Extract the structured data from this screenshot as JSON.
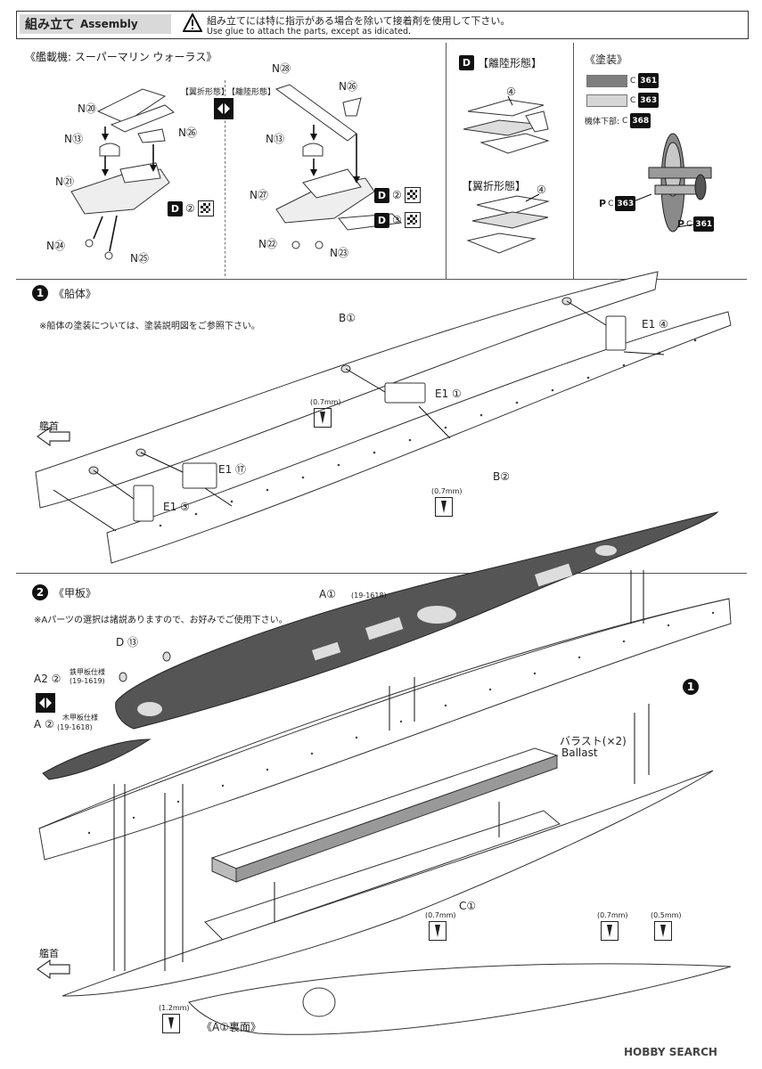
{
  "header": {
    "title_jp": "組み立て",
    "title_en": "Assembly",
    "warning_jp": "組み立てには特に指示がある場合を除いて接着剤を使用して下さい。",
    "warning_en": "Use glue to attach the parts, except as idicated."
  },
  "aircraft_section": {
    "title": "《艦載機: スーパーマリン ウォーラス》",
    "fold_label": "【翼折形態】",
    "takeoff_label": "【離陸形態】",
    "parts_left": [
      "N⑳",
      "N⑬",
      "N㉖",
      "N㉑",
      "N㉔",
      "N㉕"
    ],
    "parts_right": [
      "N㉘",
      "N㉖",
      "N⑬",
      "N㉗",
      "N㉒",
      "N㉓"
    ],
    "d_ref_1": "D",
    "d_ref_1_num": "②",
    "d_ref_2": "D",
    "d_ref_2_num": "②",
    "d_ref_3": "D",
    "d_ref_3_num": "③"
  },
  "mode_section": {
    "d_badge": "D",
    "takeoff_title": "【離陸形態】",
    "fold_title": "【翼折形態】",
    "part_num_a": "④",
    "part_num_b": "④"
  },
  "paint_section": {
    "title": "《塗装》",
    "swatches": [
      {
        "code": "C",
        "num": "361",
        "color": "#7e7e7e"
      },
      {
        "code": "C",
        "num": "363",
        "color": "#d6d6d6"
      }
    ],
    "underside_label": "機体下部:",
    "underside_code": "C",
    "underside_num": "368",
    "callout_1_code": "C",
    "callout_1_num": "363",
    "callout_2_code": "C",
    "callout_2_num": "361",
    "callout_p": "P"
  },
  "step1": {
    "number": "1",
    "title": "《船体》",
    "note": "※船体の塗装については、塗装説明図をご参照下さい。",
    "bow_label": "艦首",
    "drill_label": "(0.7mm)",
    "drill_label_2": "(0.7mm)",
    "parts": {
      "b1": "B①",
      "b2": "B②",
      "e1_4": "E1 ④",
      "e1_1": "E1 ①",
      "e1_17": "E1 ⑰",
      "e1_3": "E1 ③"
    }
  },
  "step2": {
    "number": "2",
    "title": "《甲板》",
    "note": "※Aパーツの選択は諸説ありますので、お好みでご使用下さい。",
    "bow_label": "艦首",
    "parts": {
      "a1": "A①",
      "a1_code": "(19-1618)",
      "d13": "D ⑬",
      "a2_2": "A2 ②",
      "iron_deck": "鉄甲板仕様",
      "a2_code": "(19-1619)",
      "a_2": "A ②",
      "wood_deck": "木甲板仕様",
      "a_2_code": "(19-1618)",
      "ballast_jp": "バラスト(×2)",
      "ballast_en": "Ballast",
      "c1": "C①",
      "hull_ref": "1",
      "underside": "《A①裏面》"
    },
    "drills": [
      "(0.7mm)",
      "(0.7mm)",
      "(0.5mm)",
      "(1.2mm)"
    ]
  },
  "watermark": "HOBBY SEARCH"
}
